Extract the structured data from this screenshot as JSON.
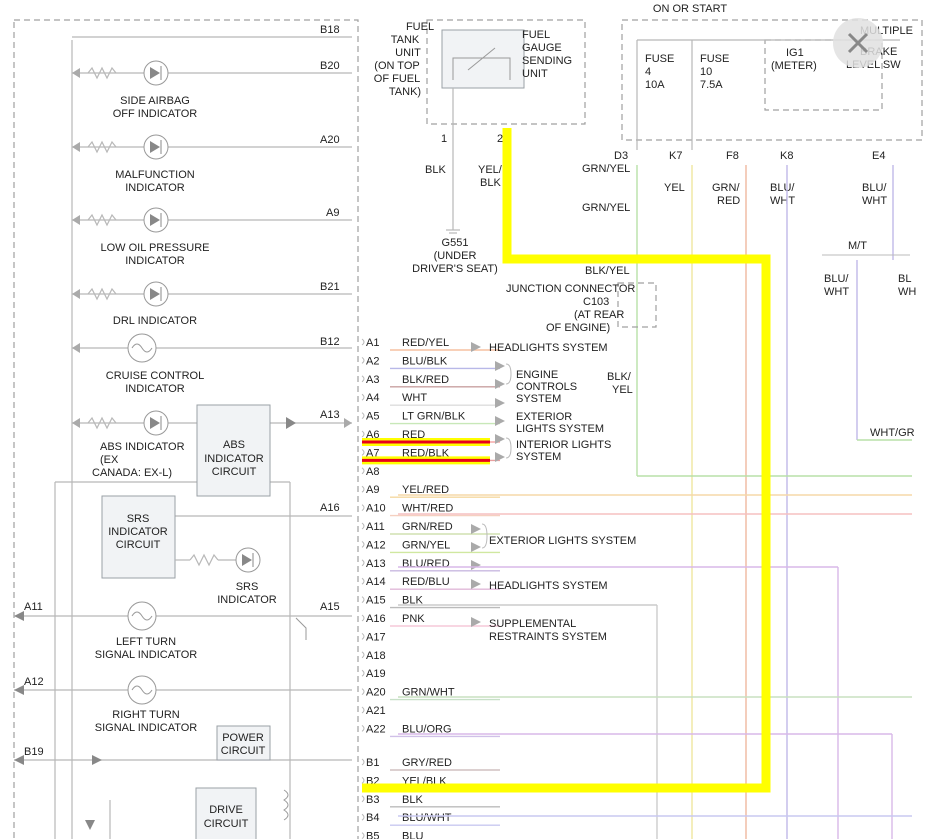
{
  "connector_left": {
    "labels": [
      "B18",
      "B20",
      "A20",
      "A9",
      "B21",
      "B12",
      "A13",
      "A16",
      "A11",
      "A15",
      "A12",
      "B19"
    ]
  },
  "indicators": {
    "side_airbag": [
      "SIDE AIRBAG",
      "OFF INDICATOR"
    ],
    "malfunction": [
      "MALFUNCTION",
      "INDICATOR"
    ],
    "low_oil": [
      "LOW OIL PRESSURE",
      "INDICATOR"
    ],
    "drl": [
      "DRL INDICATOR"
    ],
    "cruise": [
      "CRUISE CONTROL",
      "INDICATOR"
    ],
    "abs": [
      "ABS INDICATOR",
      "(EX",
      "CANADA: EX-L)"
    ],
    "abs_circuit": [
      "ABS",
      "INDICATOR",
      "CIRCUIT"
    ],
    "srs_circuit": [
      "SRS",
      "INDICATOR",
      "CIRCUIT"
    ],
    "srs": [
      "SRS",
      "INDICATOR"
    ],
    "left_turn": [
      "LEFT TURN",
      "SIGNAL INDICATOR"
    ],
    "right_turn": [
      "RIGHT TURN",
      "SIGNAL INDICATOR"
    ],
    "power_circuit": [
      "POWER",
      "CIRCUIT"
    ],
    "drive_circuit": [
      "DRIVE",
      "CIRCUIT"
    ]
  },
  "fuel_tank": {
    "unit": [
      "FUEL",
      "TANK",
      "UNIT",
      "(ON TOP",
      "OF FUEL",
      "TANK)"
    ],
    "sending": [
      "FUEL",
      "GAUGE",
      "SENDING",
      "UNIT"
    ],
    "pin1": "1",
    "pin2": "2",
    "wire1": "BLK",
    "wire2": [
      "YEL/",
      "BLK"
    ],
    "ground": [
      "G551",
      "(UNDER",
      "DRIVER'S SEAT)"
    ]
  },
  "fuse_box": {
    "header": "ON OR START",
    "fuse4": [
      "FUSE",
      "4",
      "10A"
    ],
    "fuse10": [
      "FUSE",
      "10",
      "7.5A"
    ],
    "ig1": [
      "IG1",
      "(METER)"
    ],
    "multiple": [
      "MULTIPLE",
      "BRAKE",
      "LEVEL SW"
    ],
    "pins": [
      "D3",
      "K7",
      "F8",
      "K8",
      "E4"
    ],
    "wires": {
      "d3": "GRN/YEL",
      "d3b": "GRN/YEL",
      "k7": "YEL",
      "f8": [
        "GRN/",
        "RED"
      ],
      "k8": [
        "BLU/",
        "WHT"
      ],
      "e4": [
        "BLU/",
        "WHT"
      ],
      "mt": "M/T",
      "mt_a": [
        "BLU/",
        "WHT"
      ],
      "mt_b": [
        "BL",
        "WH"
      ],
      "whtgr": "WHT/GR"
    }
  },
  "junction": {
    "wire_top": "BLK/YEL",
    "label": [
      "JUNCTION CONNECTOR",
      "C103",
      "(AT REAR",
      "OF ENGINE)"
    ],
    "wire_bottom": [
      "BLK/",
      "YEL"
    ]
  },
  "pins": [
    {
      "id": "A1",
      "wire": "RED/YEL"
    },
    {
      "id": "A2",
      "wire": "BLU/BLK"
    },
    {
      "id": "A3",
      "wire": "BLK/RED"
    },
    {
      "id": "A4",
      "wire": "WHT"
    },
    {
      "id": "A5",
      "wire": "LT GRN/BLK"
    },
    {
      "id": "A6",
      "wire": "RED"
    },
    {
      "id": "A7",
      "wire": "RED/BLK"
    },
    {
      "id": "A8",
      "wire": ""
    },
    {
      "id": "A9",
      "wire": "YEL/RED"
    },
    {
      "id": "A10",
      "wire": "WHT/RED"
    },
    {
      "id": "A11",
      "wire": "GRN/RED"
    },
    {
      "id": "A12",
      "wire": "GRN/YEL"
    },
    {
      "id": "A13",
      "wire": "BLU/RED"
    },
    {
      "id": "A14",
      "wire": "RED/BLU"
    },
    {
      "id": "A15",
      "wire": "BLK"
    },
    {
      "id": "A16",
      "wire": "PNK"
    },
    {
      "id": "A17",
      "wire": ""
    },
    {
      "id": "A18",
      "wire": ""
    },
    {
      "id": "A19",
      "wire": ""
    },
    {
      "id": "A20",
      "wire": "GRN/WHT"
    },
    {
      "id": "A21",
      "wire": ""
    },
    {
      "id": "A22",
      "wire": "BLU/ORG"
    },
    {
      "id": "B1",
      "wire": "GRY/RED"
    },
    {
      "id": "B2",
      "wire": "YEL/BLK"
    },
    {
      "id": "B3",
      "wire": "BLK"
    },
    {
      "id": "B4",
      "wire": "BLU/WHT"
    },
    {
      "id": "B5",
      "wire": "BLU"
    }
  ],
  "systems": {
    "headlights": "HEADLIGHTS SYSTEM",
    "engine": [
      "ENGINE",
      "CONTROLS",
      "SYSTEM"
    ],
    "exterior": [
      "EXTERIOR",
      "LIGHTS SYSTEM"
    ],
    "interior": [
      "INTERIOR LIGHTS",
      "SYSTEM"
    ],
    "exterior2": "EXTERIOR LIGHTS SYSTEM",
    "headlights2": "HEADLIGHTS SYSTEM",
    "srs": [
      "SUPPLEMENTAL",
      "RESTRAINTS SYSTEM"
    ]
  },
  "colors": {
    "highlight_yellow": "#ffff00",
    "highlight_red": "#e8001c",
    "wire_grey": "#b8b8b8"
  },
  "icons": {
    "close": "close-x-icon"
  }
}
